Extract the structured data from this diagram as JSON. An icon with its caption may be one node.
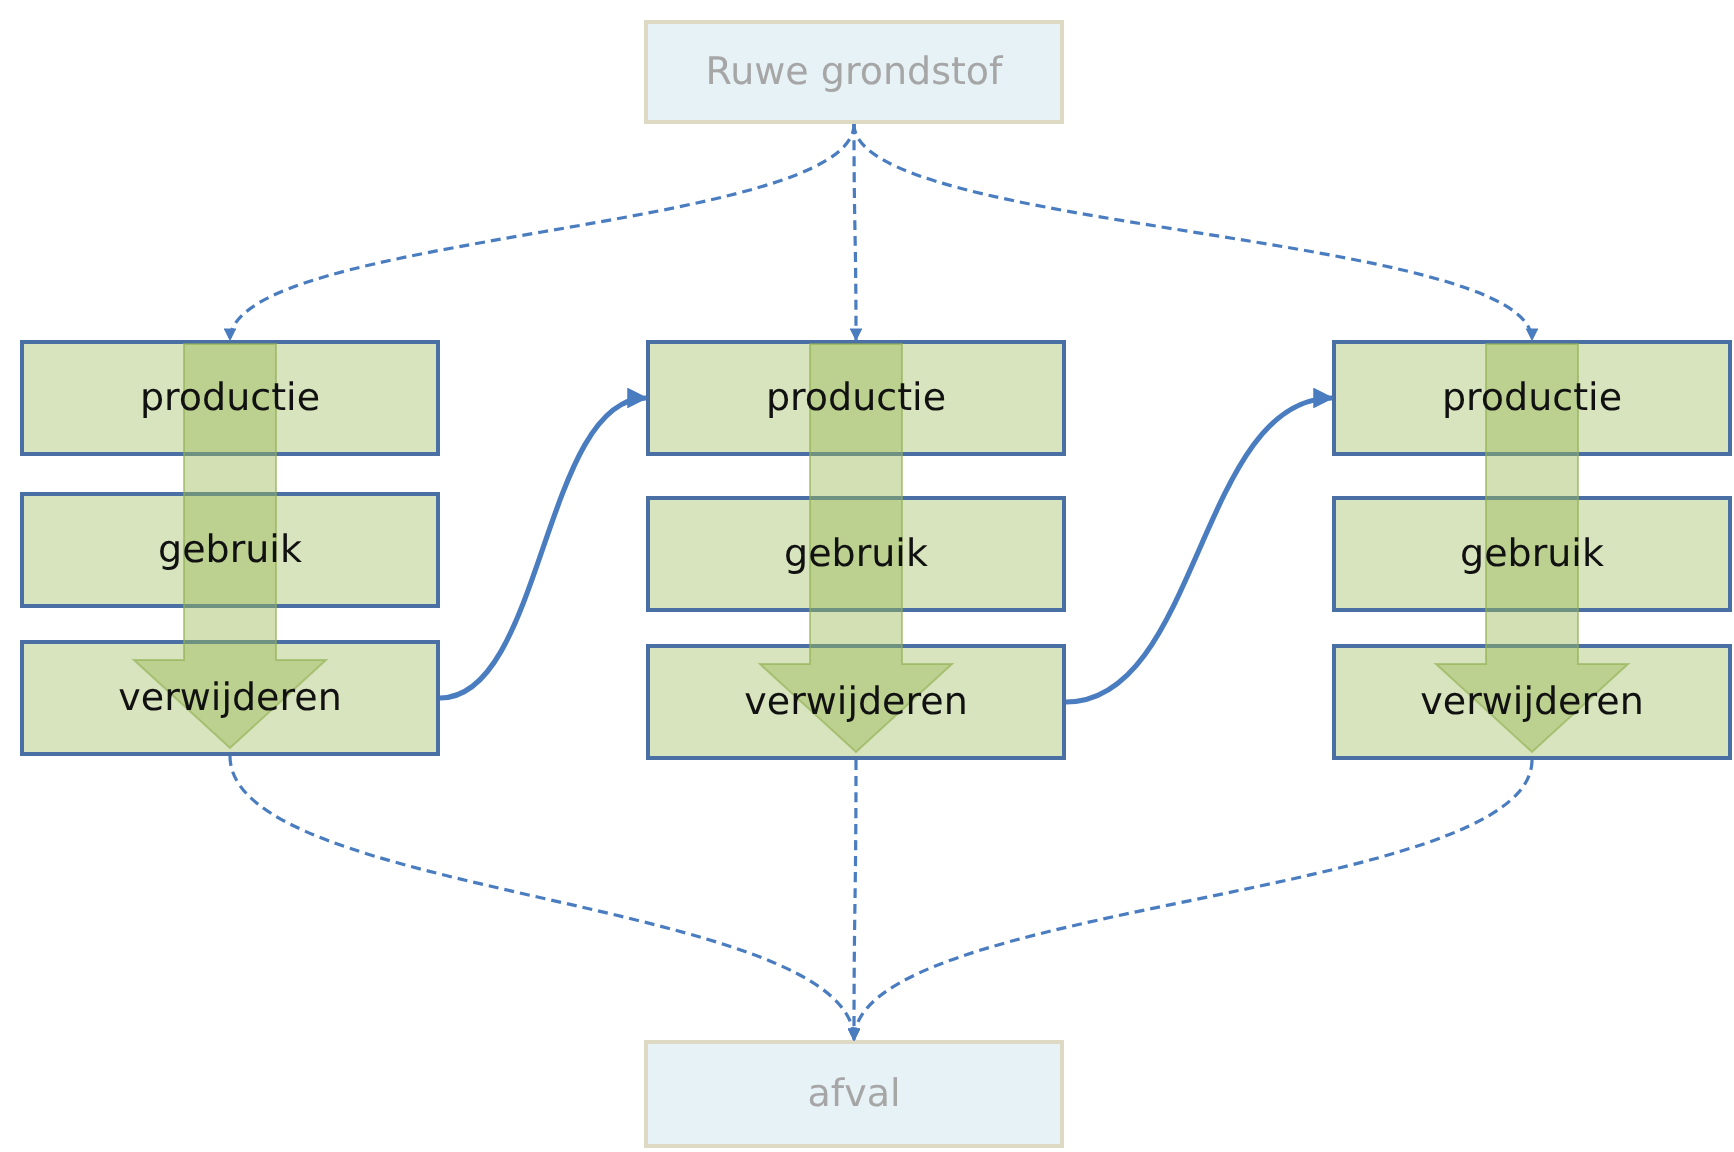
{
  "diagram": {
    "nodes": [
      {
        "text": [
          "Ruwe grondstof"
        ]
      },
      {
        "text": [
          "productie"
        ]
      },
      {
        "text": [
          "gebruik"
        ]
      },
      {
        "text": [
          "verwijderen"
        ]
      },
      {
        "text": [
          "productie"
        ]
      },
      {
        "text": [
          "gebruik"
        ]
      },
      {
        "text": [
          "verwijderen"
        ]
      },
      {
        "text": [
          "productie"
        ]
      },
      {
        "text": [
          "gebruik"
        ]
      },
      {
        "text": [
          "verwijderen"
        ]
      },
      {
        "text": [
          "afval"
        ]
      }
    ],
    "edges": [
      {
        "from": 0,
        "to": 1,
        "arrow": "to",
        "style": "dashed"
      },
      {
        "from": 0,
        "to": 4,
        "arrow": "to",
        "style": "dashed"
      },
      {
        "from": 0,
        "to": 7,
        "arrow": "to",
        "style": "dashed"
      },
      {
        "from": 3,
        "to": 4,
        "arrow": "to"
      },
      {
        "from": 6,
        "to": 7,
        "arrow": "to"
      },
      {
        "from": 3,
        "to": 10,
        "arrow": "to",
        "style": "dashed"
      },
      {
        "from": 6,
        "to": 10,
        "arrow": "to",
        "style": "dashed"
      },
      {
        "from": 9,
        "to": 10,
        "arrow": "to",
        "style": "dashed"
      }
    ]
  }
}
